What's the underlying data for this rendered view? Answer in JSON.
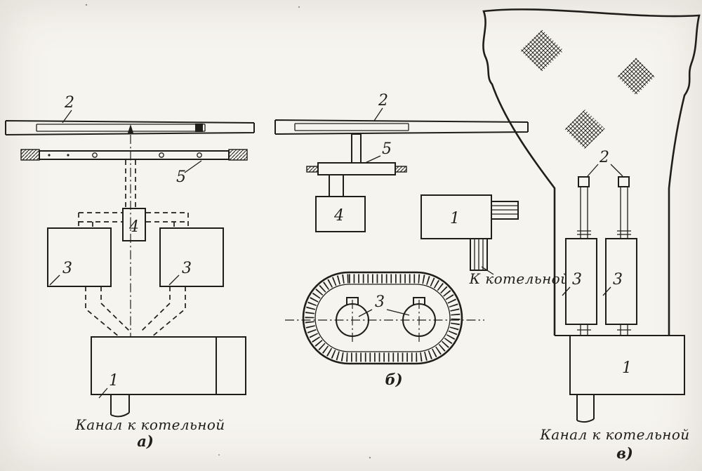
{
  "page": {
    "colors": {
      "paper": "#f6f4ee",
      "ink": "#201e1a"
    }
  },
  "labels": {
    "a": {
      "pipe": "2",
      "screen": "5",
      "feeder": "4",
      "cyclone_left": "3",
      "cyclone_right": "3",
      "fan": "1",
      "channel": "Канал к котельной",
      "caption": "а)"
    },
    "b": {
      "pipe": "2",
      "screen": "5",
      "feeder": "4",
      "fan": "1",
      "cyclones": "3",
      "boiler": "К котельной",
      "caption": "б)"
    },
    "v": {
      "pipe": "2",
      "cyclone_left": "3",
      "cyclone_right": "3",
      "fan": "1",
      "channel": "Канал к котельной",
      "caption": "в)"
    }
  }
}
